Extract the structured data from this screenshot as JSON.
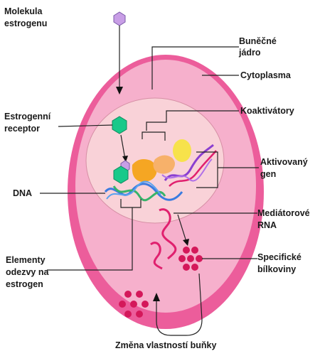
{
  "labels": {
    "estrogen_molecule": [
      "Molekula",
      "estrogenu"
    ],
    "nucleus": [
      "Buněčné",
      "jádro"
    ],
    "cytoplasm": "Cytoplasma",
    "receptor": [
      "Estrogenní",
      "receptor"
    ],
    "coactivators": "Koaktivátory",
    "activated_gene": [
      "Aktivovaný",
      "gen"
    ],
    "dna": "DNA",
    "mediator_rna": [
      "Mediátorové",
      "RNA"
    ],
    "response_elements": [
      "Elementy",
      "odezvy na",
      "estrogen"
    ],
    "specific_proteins": [
      "Specifické",
      "bílkoviny"
    ],
    "caption": "Změna vlastností buňky"
  },
  "colors": {
    "cell_outer": "#ec5d9b",
    "cytoplasm": "#f6b0cc",
    "nucleus": "#f9d2d8",
    "estrogen": "#c89ee6",
    "receptor": "#18c98a",
    "coactivator_orange": "#f5a623",
    "coactivator_peach": "#f7b16a",
    "coactivator_yellow": "#f7e24b",
    "dna_blue": "#3a7be0",
    "dna_green": "#38b36a",
    "dna_purple": "#8a3fd0",
    "rna": "#e0206e",
    "protein": "#d4185a"
  }
}
